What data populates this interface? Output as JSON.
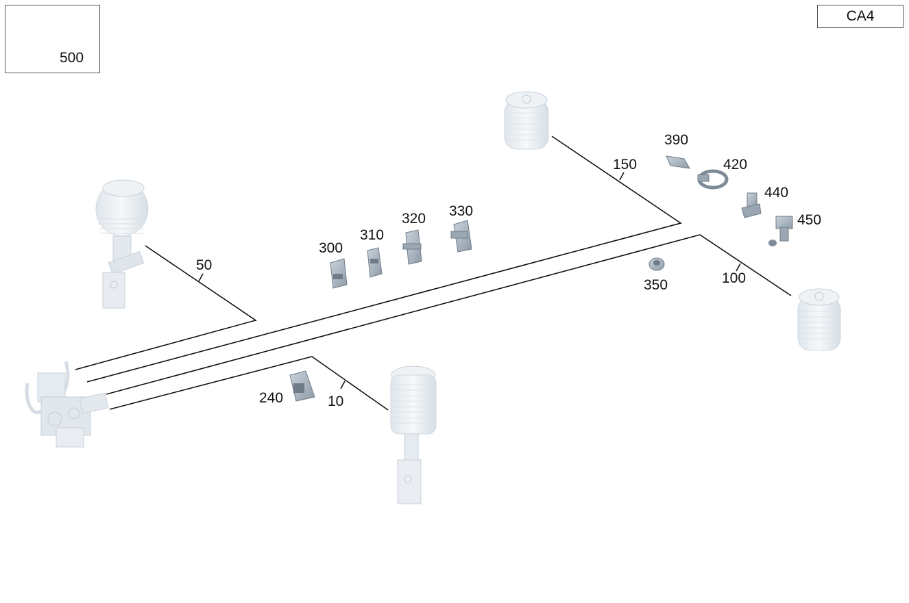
{
  "diagram": {
    "code": "CA4",
    "inset_label": "500",
    "labels": {
      "p10": "10",
      "p50": "50",
      "p100": "100",
      "p150": "150",
      "p240": "240",
      "p300": "300",
      "p310": "310",
      "p320": "320",
      "p330": "330",
      "p350": "350",
      "p390": "390",
      "p420": "420",
      "p440": "440",
      "p450": "450"
    },
    "colors": {
      "line": "#111111",
      "part": "#b9c6d2",
      "part_light": "#e8edf2",
      "part_dark": "#7f8c98"
    }
  }
}
